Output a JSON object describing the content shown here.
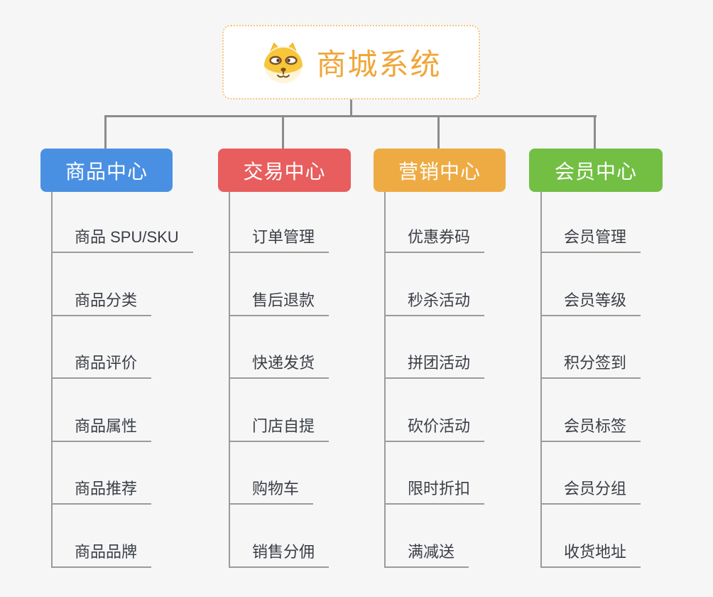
{
  "root": {
    "title": "商城系统",
    "title_color": "#f0a63a",
    "icon": "dog-face-icon"
  },
  "style": {
    "background": "#f6f6f7",
    "connector_color": "#8c8c8c",
    "leaf_line_color": "#9b9b9b",
    "root_border_color": "#f3c476"
  },
  "branches": [
    {
      "id": "products",
      "label": "商品中心",
      "color": "#4a90e2",
      "items": [
        "商品 SPU/SKU",
        "商品分类",
        "商品评价",
        "商品属性",
        "商品推荐",
        "商品品牌"
      ]
    },
    {
      "id": "trade",
      "label": "交易中心",
      "color": "#e85d5d",
      "items": [
        "订单管理",
        "售后退款",
        "快递发货",
        "门店自提",
        "购物车",
        "销售分佣"
      ]
    },
    {
      "id": "marketing",
      "label": "营销中心",
      "color": "#eeab43",
      "items": [
        "优惠券码",
        "秒杀活动",
        "拼团活动",
        "砍价活动",
        "限时折扣",
        "满减送"
      ]
    },
    {
      "id": "members",
      "label": "会员中心",
      "color": "#72bf44",
      "items": [
        "会员管理",
        "会员等级",
        "积分签到",
        "会员标签",
        "会员分组",
        "收货地址"
      ]
    }
  ]
}
